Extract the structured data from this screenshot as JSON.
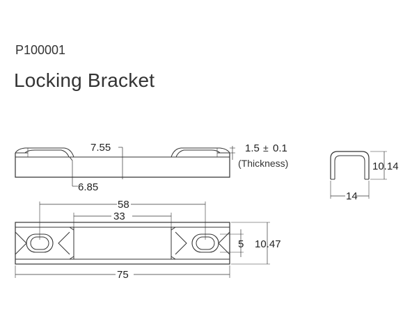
{
  "header": {
    "part_number": "P100001",
    "title": "Locking Bracket"
  },
  "dimensions": {
    "depth_upper": "7.55",
    "thickness": "1.5",
    "thickness_tol": "±",
    "thickness_tol_value": "0.1",
    "thickness_note": "(Thickness)",
    "depth_lower": "6.85",
    "height": "10.14",
    "width": "14",
    "hole_spacing": "58",
    "slot_length": "33",
    "slot_width": "5",
    "total_width": "10.47",
    "total_length": "75"
  }
}
